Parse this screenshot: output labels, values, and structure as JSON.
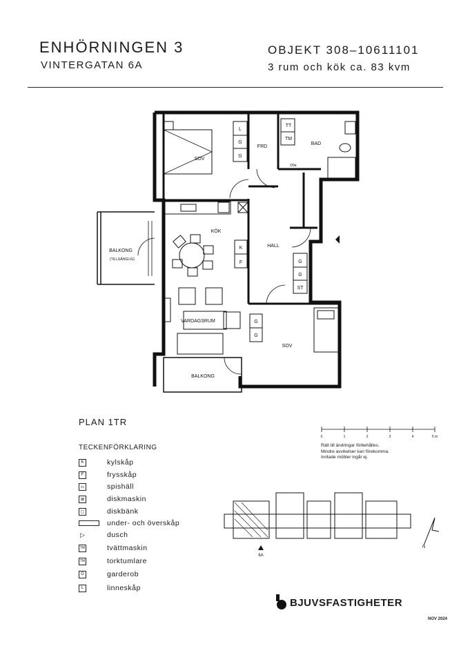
{
  "header": {
    "title": "ENHÖRNINGEN 3",
    "address": "VINTERGATAN 6A",
    "object": "OBJEKT 308–10611101",
    "rooms": "3 rum och kök ca. 83 kvm"
  },
  "plan": {
    "title": "PLAN 1TR",
    "rooms": {
      "sov1": "SOV",
      "frd": "FRD",
      "bad": "BAD",
      "kok": "KÖK",
      "hall": "HALL",
      "balkong1": "BALKONG",
      "tillganglig": "(TILLGÄNGLIG)",
      "vardagsrum": "VARDAGSRUM",
      "balkong2": "BALKONG",
      "sov2": "SOV"
    },
    "fixtures": {
      "l": "L",
      "g": "G",
      "k": "K",
      "f": "F",
      "st": "ST",
      "tt": "TT",
      "tm": "TM",
      "d9": "D9a"
    }
  },
  "scale": {
    "ticks": [
      "0",
      "1",
      "2",
      "3",
      "4",
      "5 m"
    ]
  },
  "notes": [
    "Rätt till ändringar förbehålles.",
    "Mindre avvikelser kan förekomma.",
    "Inritade möbler ingår ej."
  ],
  "legend": {
    "title": "TECKENFÖRKLARING",
    "items": [
      {
        "symbol": "K",
        "label": "kylskåp",
        "icon": "fridge-icon"
      },
      {
        "symbol": "F",
        "label": "frysskåp",
        "icon": "freezer-icon"
      },
      {
        "symbol": "⚏",
        "label": "spishäll",
        "icon": "stove-icon"
      },
      {
        "symbol": "⊠",
        "label": "diskmaskin",
        "icon": "dishwasher-icon"
      },
      {
        "symbol": "▢",
        "label": "diskbänk",
        "icon": "sink-icon"
      },
      {
        "symbol": "",
        "label": "under- och överskåp",
        "icon": "cabinet-icon"
      },
      {
        "symbol": "▷",
        "label": "dusch",
        "icon": "shower-icon"
      },
      {
        "symbol": "TM",
        "label": "tvättmaskin",
        "icon": "washer-icon"
      },
      {
        "symbol": "TM",
        "label": "torktumlare",
        "icon": "dryer-icon"
      },
      {
        "symbol": "G",
        "label": "garderob",
        "icon": "wardrobe-icon"
      },
      {
        "symbol": "L",
        "label": "linneskåp",
        "icon": "linen-closet-icon"
      }
    ]
  },
  "keyplan": {
    "marker": "6A",
    "north": "N"
  },
  "brand": {
    "name": "BJUVSFASTIGHETER"
  },
  "date": "NOV 2024"
}
